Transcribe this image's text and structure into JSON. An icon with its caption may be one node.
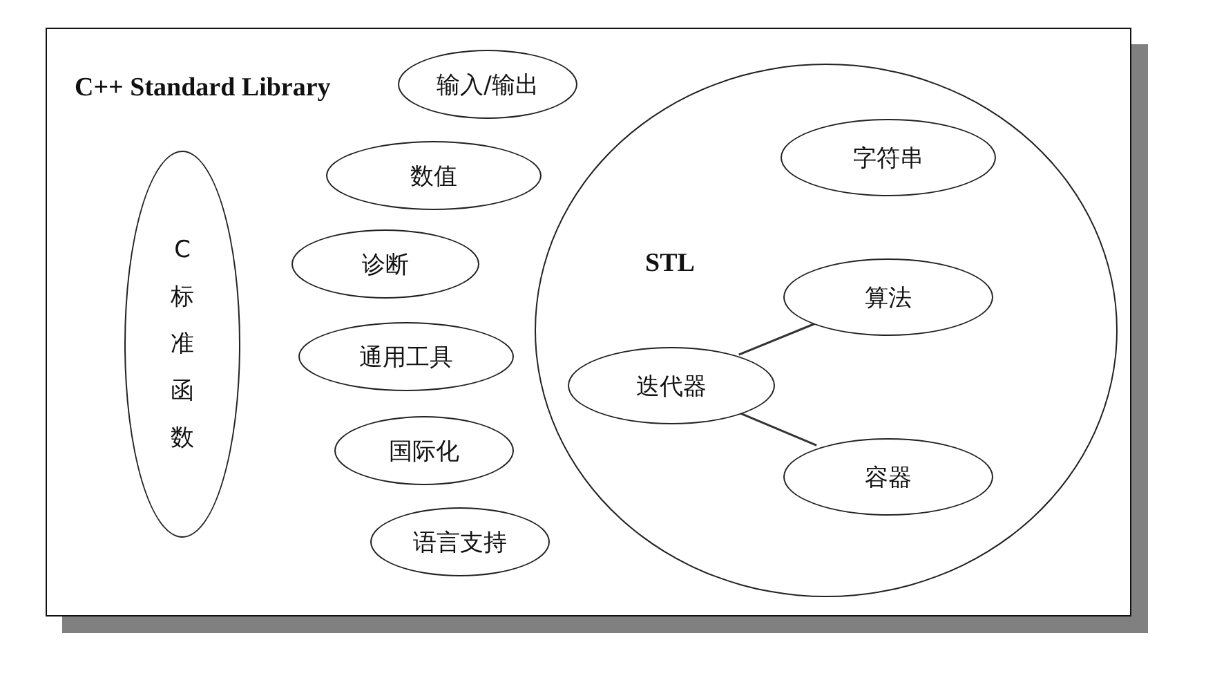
{
  "diagram": {
    "nodes": [
      {
        "text": [
          "C++ Standard Library"
        ]
      },
      {
        "text": [
          "输入/输出"
        ],
        "in": 0
      },
      {
        "text": [
          "数值"
        ],
        "in": 0
      },
      {
        "text": [
          "诊断"
        ],
        "in": 0
      },
      {
        "text": [
          "通用工具"
        ],
        "in": 0
      },
      {
        "text": [
          "国际化"
        ],
        "in": 0
      },
      {
        "text": [
          "语言支持"
        ],
        "in": 0
      },
      {
        "text": [
          "C标准函数"
        ],
        "in": 0
      },
      {
        "text": [
          "STL"
        ],
        "in": 0
      },
      {
        "text": [
          "字符串"
        ],
        "in": 8
      },
      {
        "text": [
          "算法"
        ],
        "in": 8
      },
      {
        "text": [
          "迭代器"
        ],
        "in": 8
      },
      {
        "text": [
          "容器"
        ],
        "in": 8
      }
    ],
    "edges": [
      {
        "from": 11,
        "to": 10,
        "arrow": "none"
      },
      {
        "from": 11,
        "to": 12,
        "arrow": "none"
      }
    ]
  }
}
